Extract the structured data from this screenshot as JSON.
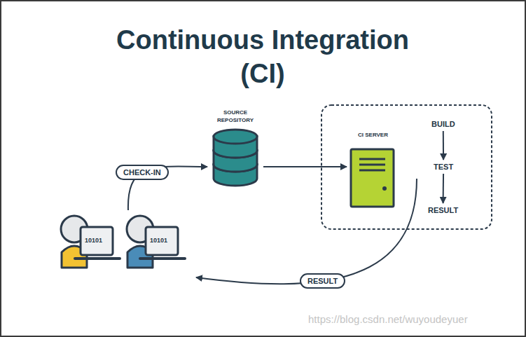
{
  "diagram": {
    "title": "Continuous Integration (CI)",
    "nodes": [
      {
        "text": [
          "10101",
          "10101"
        ]
      },
      {
        "text": [
          "SOURCE REPOSITORY"
        ]
      },
      {
        "text": [
          "CI SERVER"
        ]
      },
      {
        "text": [
          "BUILD"
        ]
      },
      {
        "text": [
          "TEST"
        ]
      },
      {
        "text": [
          "RESULT"
        ]
      }
    ],
    "edges": [
      {
        "from": 0,
        "to": 1,
        "label": "CHECK-IN",
        "arrow": "to"
      },
      {
        "from": 1,
        "to": 2,
        "arrow": "to"
      },
      {
        "from": 3,
        "to": 4,
        "arrow": "to"
      },
      {
        "from": 4,
        "to": 5,
        "arrow": "to"
      },
      {
        "from": 2,
        "to": 0,
        "label": "RESULT",
        "arrow": "to"
      }
    ],
    "labels": [
      "https://blog.csdn.net/wuyoudeyuer"
    ]
  }
}
